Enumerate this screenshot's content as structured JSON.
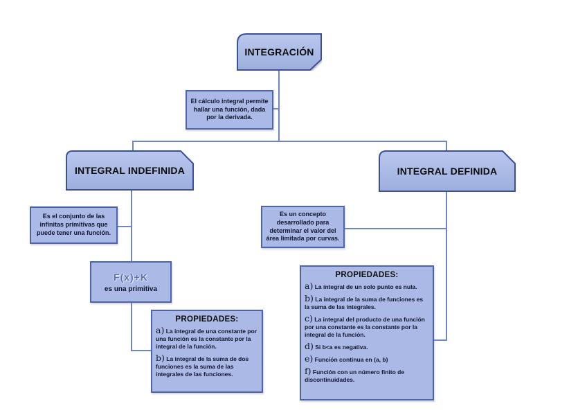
{
  "diagram": {
    "root": {
      "label": "INTEGRACIÓN"
    },
    "root_note": {
      "text": "El cálculo integral permite hallar una función, dada por la derivada."
    },
    "left_branch": {
      "title": "INTEGRAL INDEFINIDA",
      "note": "Es el conjunto de las infinitas primitivas que puede tener una función.",
      "formula": "F(x)+K",
      "formula_caption": "es una primitiva",
      "properties_title": "PROPIEDADES:",
      "properties": [
        {
          "letter": "a)",
          "text": "La integral de una constante por una función es la constante por la integral de la función."
        },
        {
          "letter": "b)",
          "text": "La integral de la suma de dos funciones es la suma de las integrales de las funciones."
        }
      ]
    },
    "right_branch": {
      "title": "INTEGRAL DEFINIDA",
      "note": "Es un concepto desarrollado para determinar el valor del área limitada por curvas.",
      "properties_title": "PROPIEDADES:",
      "properties": [
        {
          "letter": "a)",
          "text": "La integral de un solo punto es nula."
        },
        {
          "letter": "b)",
          "text": "La integral de la suma de funciones es la suma de las integrales."
        },
        {
          "letter": "c)",
          "text": "La integral del producto de una función por una constante es la constante por la integral de la función."
        },
        {
          "letter": "d)",
          "text": "Si b<a es negativa."
        },
        {
          "letter": "e)",
          "text": "Función continua en (a, b)"
        },
        {
          "letter": "f)",
          "text": "Función con un número finito de discontinuidades."
        }
      ]
    },
    "colors": {
      "box_fill": "#aab9e5",
      "box_fill_light": "#bac7ee",
      "box_fill_dark": "#9cafdd",
      "box_border": "#4d64a8",
      "title_border": "#3e4f94",
      "connector": "#6f87c0",
      "text": "#10142c",
      "formula_text": "#5a6db5"
    }
  }
}
